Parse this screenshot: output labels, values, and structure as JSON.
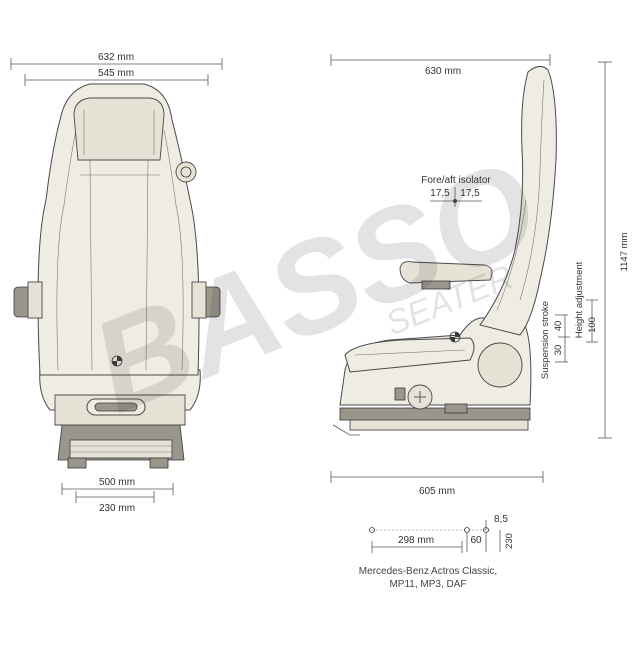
{
  "front_view": {
    "width_top": "632 mm",
    "width_inner": "545 mm",
    "width_base": "500 mm",
    "width_rails": "230 mm"
  },
  "side_view": {
    "depth_top": "630 mm",
    "depth_base": "605 mm",
    "height_total": "1147 mm",
    "fore_aft_label": "Fore/aft isolator",
    "fore_aft_left": "17,5",
    "fore_aft_right": "17,5",
    "suspension_label": "Suspension stroke",
    "suspension_a": "30",
    "suspension_b": "40",
    "height_adj_label": "Height adjustment",
    "height_adj_value": "100"
  },
  "mount_diagram": {
    "offset_small": "8,5",
    "rail_length": "298 mm",
    "rail_gap": "60",
    "rail_height": "230"
  },
  "caption": {
    "line1": "Mercedes-Benz Actros Classic,",
    "line2": "MP11, MP3, DAF"
  },
  "watermark": {
    "brand": "BASSO",
    "sub": "SEATER"
  },
  "colors": {
    "upholstery": "#efece3",
    "line": "#4a4a4a",
    "watermark": "#3a3a8a"
  }
}
